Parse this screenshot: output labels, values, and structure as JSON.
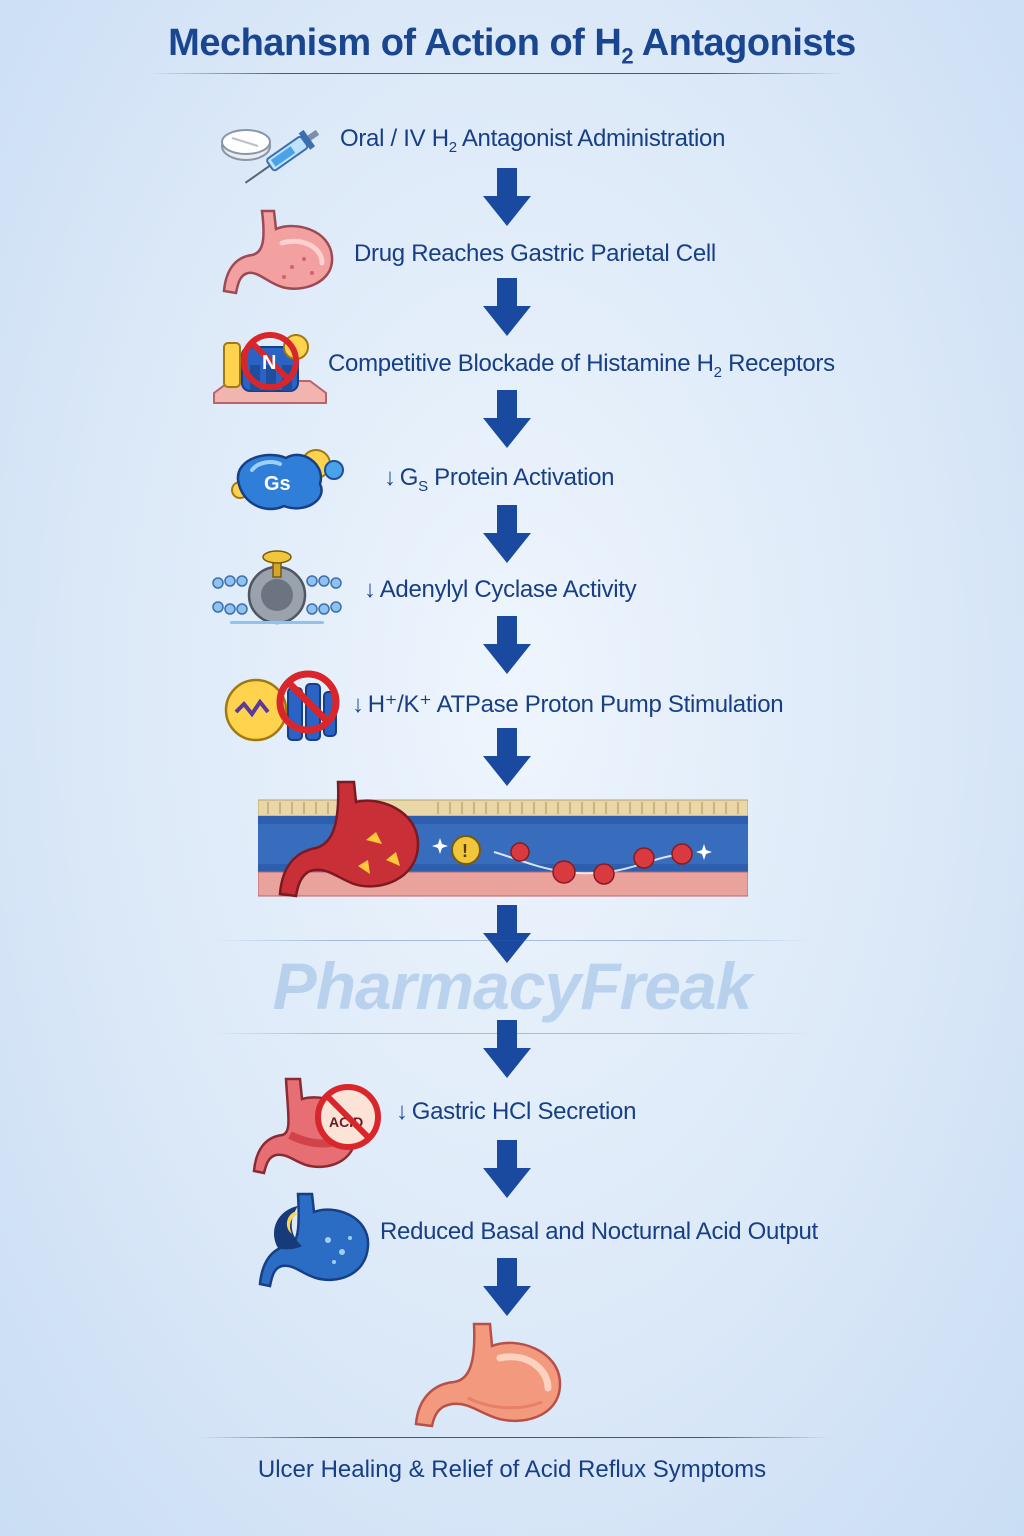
{
  "title": {
    "prefix": "Mechanism of Action of H",
    "subscript": "2",
    "suffix": " Antagonists"
  },
  "steps": [
    {
      "id": "administration",
      "icon": "pill-syringe-icon",
      "prefix": "Oral / IV H",
      "subscript": "2",
      "suffix": " Antagonist Administration"
    },
    {
      "id": "parietal-cell",
      "icon": "stomach-icon",
      "text": "Drug Reaches Gastric Parietal Cell"
    },
    {
      "id": "receptor-blockade",
      "icon": "blocked-receptor-icon",
      "prefix": "Competitive Blockade of Histamine H",
      "subscript": "2",
      "suffix": " Receptors"
    },
    {
      "id": "gs-protein",
      "icon": "gs-protein-icon",
      "down_marker": "↓",
      "prefix": "G",
      "subscript": "S",
      "suffix": " Protein Activation",
      "icon_label": "Gs"
    },
    {
      "id": "adenylyl-cyclase",
      "icon": "adenylyl-cyclase-icon",
      "down_marker": "↓",
      "text": "Adenylyl Cyclase Activity"
    },
    {
      "id": "proton-pump",
      "icon": "blocked-proton-pump-icon",
      "down_marker": "↓",
      "text": "H⁺/K⁺ ATPase Proton Pump Stimulation"
    },
    {
      "id": "hcl-secretion",
      "icon": "blocked-acid-stomach-icon",
      "down_marker": "↓",
      "text": "Gastric HCl Secretion",
      "icon_label": "ACID"
    },
    {
      "id": "acid-output",
      "icon": "night-stomach-icon",
      "text": "Reduced Basal and Nocturnal Acid Output"
    }
  ],
  "watermark": "PharmacyFreak",
  "outcome": "Ulcer Healing & Relief of Acid Reflux Symptoms",
  "colors": {
    "title": "#1a4690",
    "text": "#173f86",
    "arrow": "#1a4aa0",
    "prohibit": "#d9262c",
    "background": "#dce9f8"
  }
}
